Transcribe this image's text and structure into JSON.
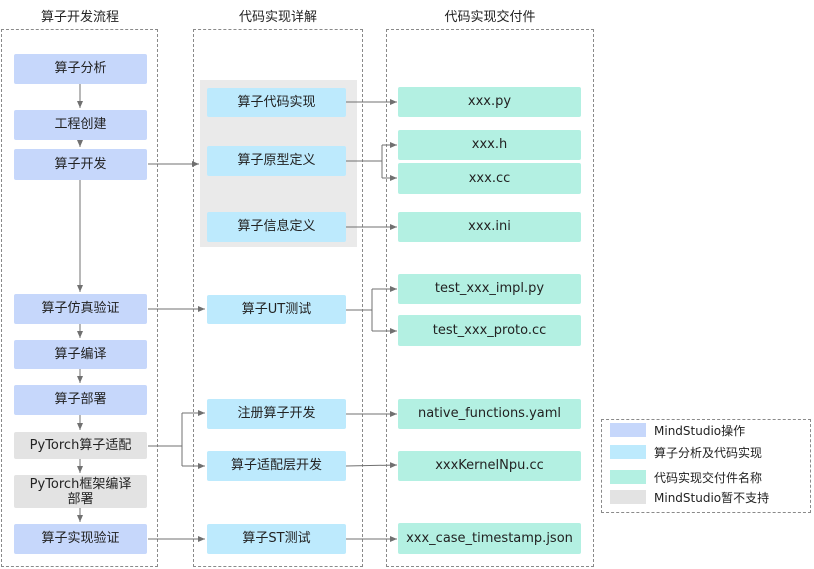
{
  "columns": {
    "flow_title": "算子开发流程",
    "detail_title": "代码实现详解",
    "deliverable_title": "代码实现交付件"
  },
  "flow": {
    "analysis": "算子分析",
    "create_project": "工程创建",
    "develop": "算子开发",
    "simulation_verify": "算子仿真验证",
    "compile": "算子编译",
    "deploy": "算子部署",
    "pytorch_adapt": "PyTorch算子适配",
    "pytorch_compile_deploy": "PyTorch框架编译\n部署",
    "impl_verify": "算子实现验证"
  },
  "detail": {
    "code_impl": "算子代码实现",
    "proto_def": "算子原型定义",
    "info_def": "算子信息定义",
    "ut_test": "算子UT测试",
    "register_dev": "注册算子开发",
    "adapter_dev": "算子适配层开发",
    "st_test": "算子ST测试"
  },
  "deliverables": {
    "py": "xxx.py",
    "h": "xxx.h",
    "cc": "xxx.cc",
    "ini": "xxx.ini",
    "impl_py": "test_xxx_impl.py",
    "proto_cc": "test_xxx_proto.cc",
    "yaml": "native_functions.yaml",
    "kernel_cc": "xxxKernelNpu.cc",
    "json": "xxx_case_timestamp.json"
  },
  "legend": {
    "mindstudio_op": "MindStudio操作",
    "analysis_code": "算子分析及代码实现",
    "deliverable_name": "代码实现交付件名称",
    "unsupported": "MindStudio暂不支持"
  },
  "colors": {
    "mindstudio_op": "#c6d7fb",
    "analysis_code": "#bdeafd",
    "deliverable_name": "#b3f0e2",
    "unsupported": "#e3e3e3",
    "arrow": "#707070"
  }
}
